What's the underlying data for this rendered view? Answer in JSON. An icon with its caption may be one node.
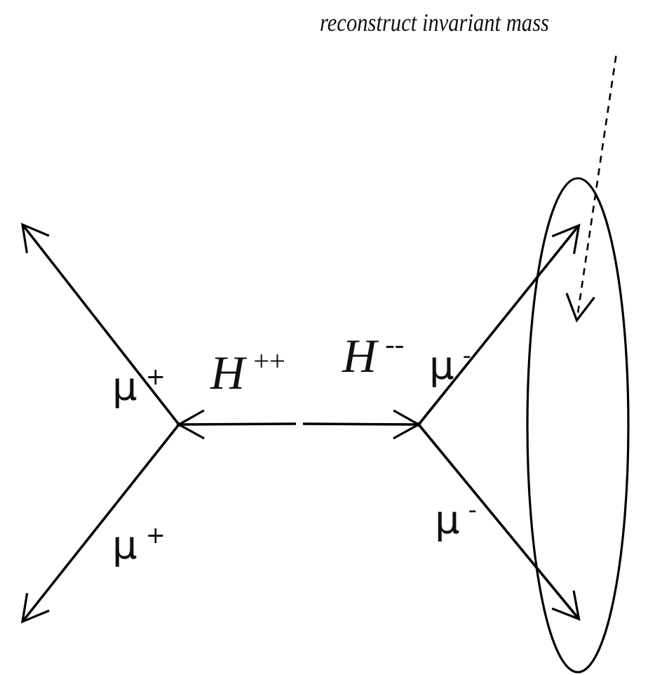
{
  "diagram": {
    "nodes": [
      {
        "text": [
          "reconstruct invariant mass"
        ]
      },
      {
        "text": [],
        "shape": "ellipse"
      },
      {
        "text": [],
        "shape": "point"
      },
      {
        "text": [],
        "shape": "point"
      }
    ],
    "edges": [
      {
        "from": 0,
        "to": 1,
        "arrow": "to",
        "style": "dashed"
      },
      {
        "from": null,
        "to": 2,
        "arrow": "to",
        "label": "*H*$^{++}$"
      },
      {
        "from": null,
        "to": 3,
        "arrow": "to",
        "label": "*H*$^{--}$"
      },
      {
        "from": 2,
        "to": null,
        "arrow": "to",
        "label": "μ$^{+}$"
      },
      {
        "from": 2,
        "to": null,
        "arrow": "to",
        "label": "μ$^{+}$"
      },
      {
        "from": 3,
        "to": 1,
        "arrow": "to",
        "label": "μ$^{-}$"
      },
      {
        "from": 3,
        "to": 1,
        "arrow": "to",
        "label": "μ$^{-}$"
      }
    ]
  }
}
